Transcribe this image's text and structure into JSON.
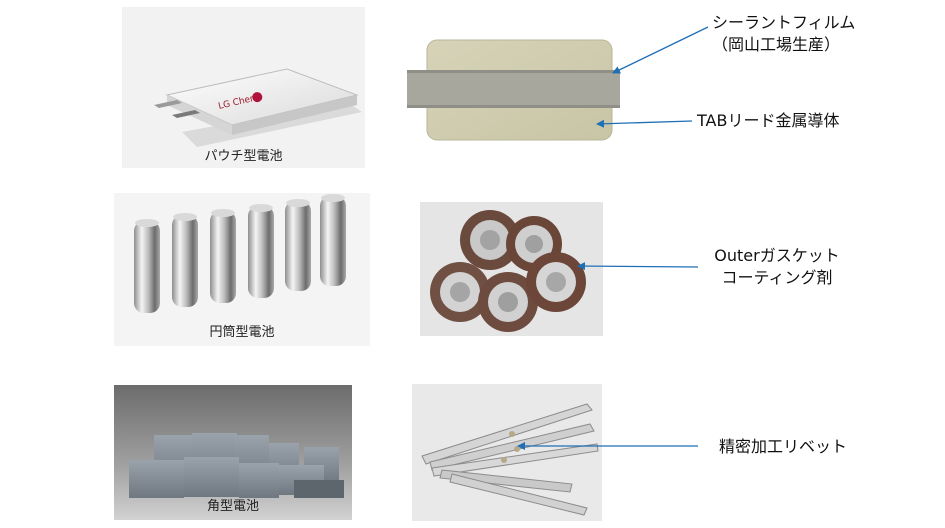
{
  "battery_types": {
    "pouch": "パウチ型電池",
    "cylindrical": "円筒型電池",
    "prismatic": "角型電池"
  },
  "components": {
    "sealant_film_line1": "シーラントフィルム",
    "sealant_film_line2": "（岡山工場生産）",
    "tab_lead": "TABリード金属導体",
    "gasket_line1": "Outerガスケット",
    "gasket_line2": "コーティング剤",
    "rivet": "精密加工リベット"
  },
  "logo_text": "LG Chem",
  "colors": {
    "arrow": "#1f6fb5",
    "panel_bg": "#ececec"
  }
}
